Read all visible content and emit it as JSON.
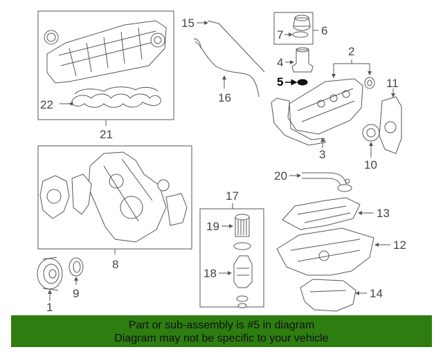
{
  "callouts": {
    "c1": "1",
    "c2": "2",
    "c3": "3",
    "c4": "4",
    "c5": "5",
    "c6": "6",
    "c7": "7",
    "c8": "8",
    "c9": "9",
    "c10": "10",
    "c11": "11",
    "c12": "12",
    "c13": "13",
    "c14": "14",
    "c15": "15",
    "c16": "16",
    "c17": "17",
    "c18": "18",
    "c19": "19",
    "c20": "20",
    "c21": "21",
    "c22": "22"
  },
  "highlight_part": "5",
  "colors": {
    "banner_bg": "#2e7d10",
    "line": "#555555",
    "highlight": "#000000"
  },
  "banner": {
    "line1": "Part or sub-assembly is #5 in diagram",
    "line2": "Diagram may not be specific to your vehicle"
  }
}
